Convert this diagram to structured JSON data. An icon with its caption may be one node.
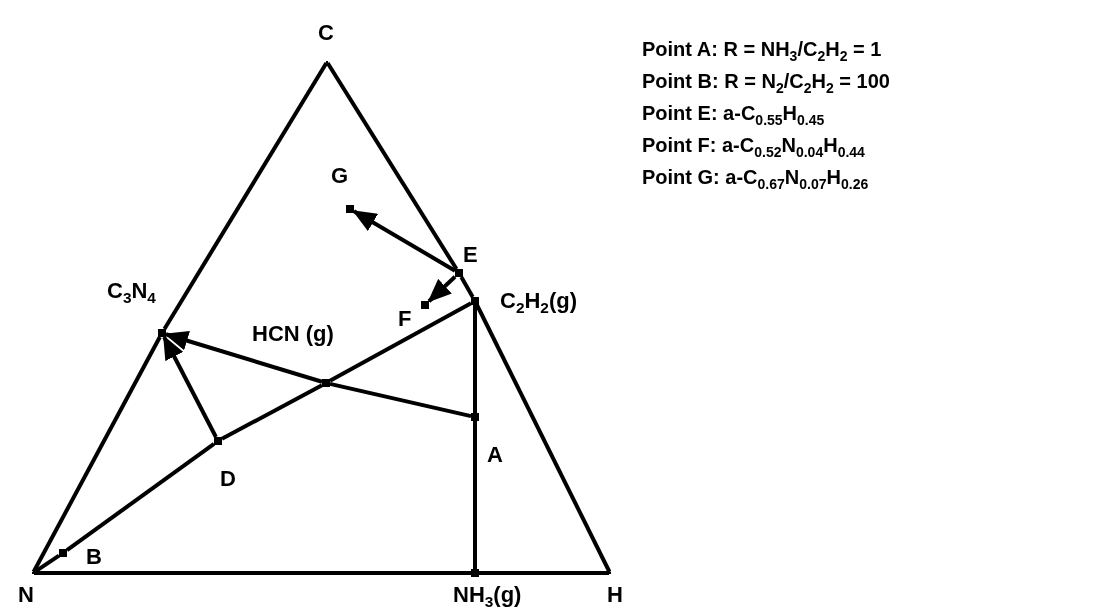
{
  "diagram": {
    "nodes": [
      {
        "text": [],
        "shape": "point",
        "beside": [
          "C"
        ]
      },
      {
        "text": [],
        "shape": "point",
        "beside": [
          "N"
        ]
      },
      {
        "text": [],
        "shape": "point",
        "beside": [
          "H"
        ]
      },
      {
        "text": [],
        "shape": "box",
        "beside": [
          "C$_{3}$N$_{4}$"
        ]
      },
      {
        "text": [],
        "shape": "box",
        "beside": [
          "G"
        ]
      },
      {
        "text": [],
        "shape": "box",
        "beside": [
          "E"
        ]
      },
      {
        "text": [],
        "shape": "box",
        "beside": [
          "F"
        ]
      },
      {
        "text": [],
        "shape": "box",
        "beside": [
          "C$_{2}$H$_{2}$(g)"
        ]
      },
      {
        "text": [],
        "shape": "box",
        "beside": [
          "HCN (g)"
        ]
      },
      {
        "text": [],
        "shape": "box",
        "beside": [
          "A"
        ]
      },
      {
        "text": [],
        "shape": "box",
        "beside": [
          "D"
        ]
      },
      {
        "text": [],
        "shape": "box",
        "beside": [
          "B"
        ]
      },
      {
        "text": [],
        "shape": "box",
        "beside": [
          "NH$_{3}$(g)"
        ]
      }
    ],
    "edges": [
      {
        "from": 0,
        "to": 3,
        "arrow": "none"
      },
      {
        "from": 3,
        "to": 1,
        "arrow": "none"
      },
      {
        "from": 0,
        "to": 5,
        "arrow": "none"
      },
      {
        "from": 5,
        "to": 7,
        "arrow": "none"
      },
      {
        "from": 7,
        "to": 2,
        "arrow": "none"
      },
      {
        "from": 1,
        "to": 12,
        "arrow": "none"
      },
      {
        "from": 12,
        "to": 2,
        "arrow": "none"
      },
      {
        "from": 1,
        "to": 11,
        "arrow": "none"
      },
      {
        "from": 11,
        "to": 10,
        "arrow": "none"
      },
      {
        "from": 10,
        "to": 8,
        "arrow": "none"
      },
      {
        "from": 8,
        "to": 7,
        "arrow": "none"
      },
      {
        "from": 7,
        "to": 9,
        "arrow": "none"
      },
      {
        "from": 9,
        "to": 12,
        "arrow": "none"
      },
      {
        "from": 9,
        "to": 8,
        "arrow": "none"
      },
      {
        "from": 8,
        "to": 3,
        "arrow": "to"
      },
      {
        "from": 10,
        "to": 3,
        "arrow": "to"
      },
      {
        "from": 5,
        "to": 4,
        "arrow": "to"
      },
      {
        "from": 5,
        "to": 6,
        "arrow": "to"
      }
    ],
    "labels": [
      "Point A: R = NH$_{3}$/C$_{2}$H$_{2}$ = 1",
      "Point B: R = N$_{2}$/C$_{2}$H$_{2}$ = 100",
      "Point E: a-C$_{0.55}$H$_{0.45}$",
      "Point F: a-C$_{0.52}$N$_{0.04}$H$_{0.44}$",
      "Point G: a-C$_{0.67}$N$_{0.07}$H$_{0.26}$"
    ]
  }
}
